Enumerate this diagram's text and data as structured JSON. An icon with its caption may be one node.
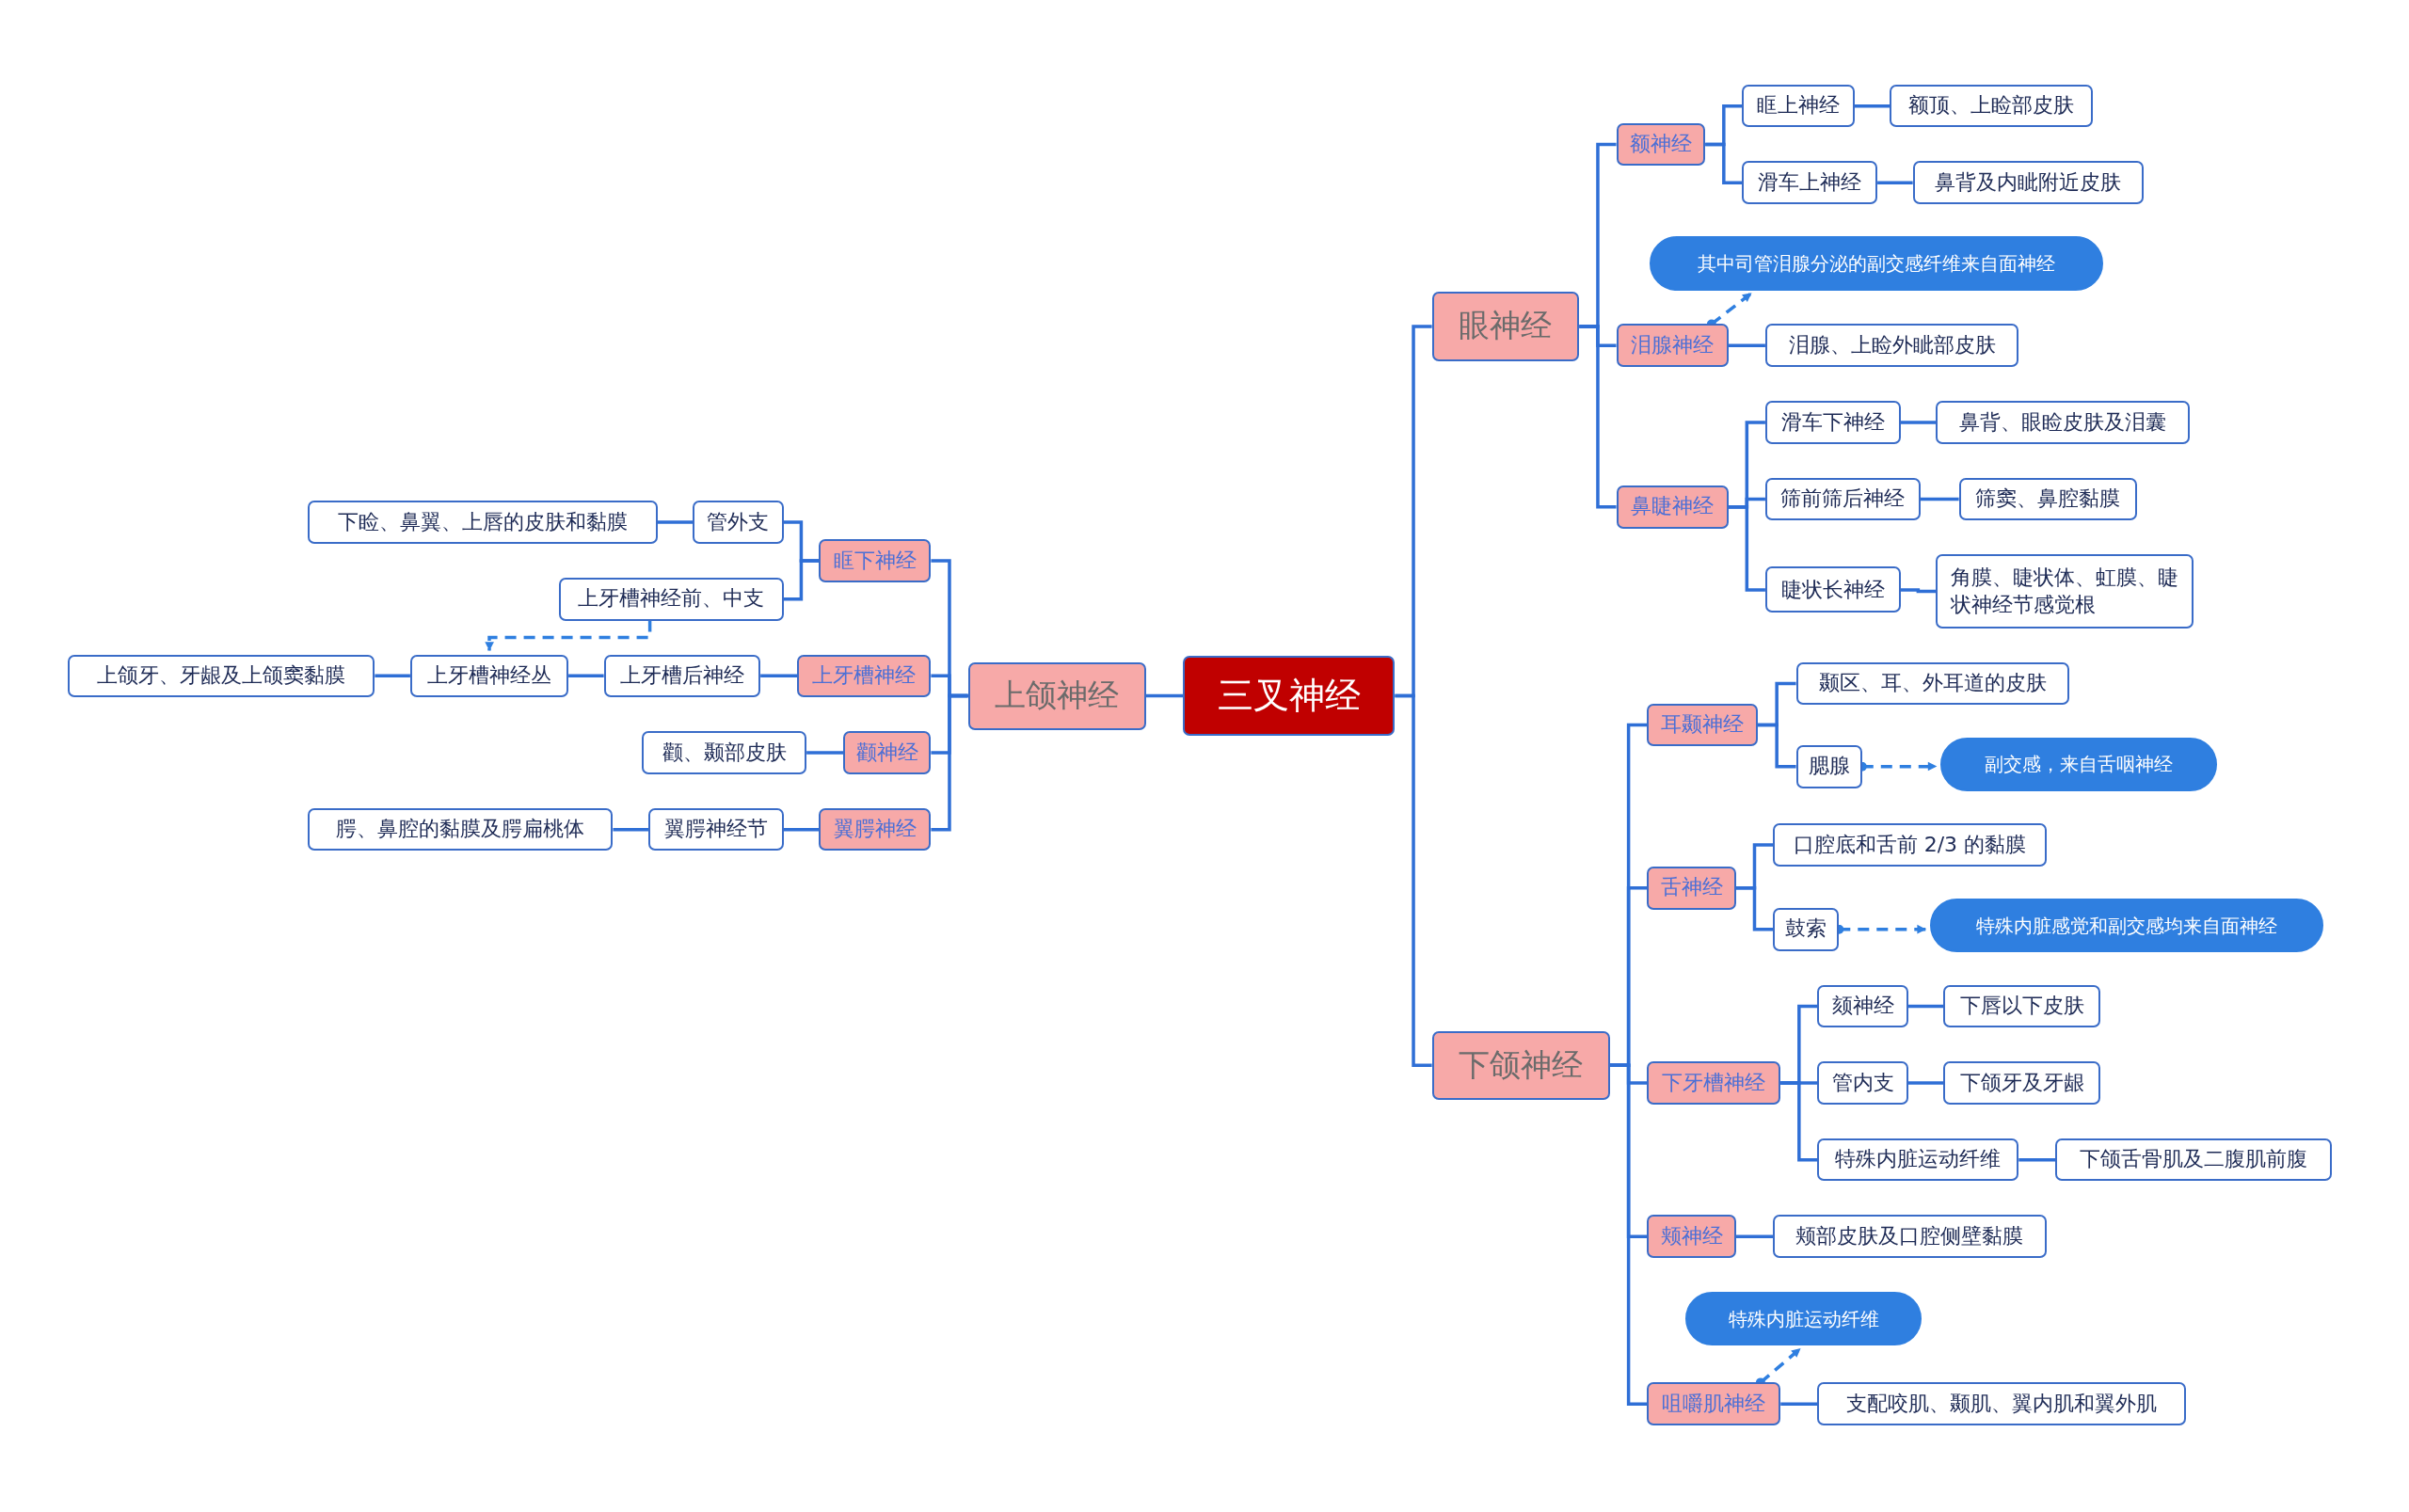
{
  "diagram": {
    "nodes": [
      {
        "text": [
          "三叉神经"
        ]
      },
      {
        "text": [
          "上颌神经"
        ]
      },
      {
        "text": [
          "眶下神经"
        ]
      },
      {
        "text": [
          "管外支"
        ]
      },
      {
        "text": [
          "下睑、鼻翼、上唇的皮肤和黏膜"
        ]
      },
      {
        "text": [
          "上牙槽神经前、中支"
        ]
      },
      {
        "text": [
          "上牙槽神经"
        ]
      },
      {
        "text": [
          "上牙槽后神经"
        ]
      },
      {
        "text": [
          "上牙槽神经丛"
        ]
      },
      {
        "text": [
          "上颌牙、牙龈及上颌窦黏膜"
        ]
      },
      {
        "text": [
          "颧神经"
        ]
      },
      {
        "text": [
          "颧、颞部皮肤"
        ]
      },
      {
        "text": [
          "翼腭神经"
        ]
      },
      {
        "text": [
          "翼腭神经节"
        ]
      },
      {
        "text": [
          "腭、鼻腔的黏膜及腭扁桃体"
        ]
      },
      {
        "text": [
          "眼神经"
        ]
      },
      {
        "text": [
          "额神经"
        ]
      },
      {
        "text": [
          "眶上神经"
        ]
      },
      {
        "text": [
          "额顶、上睑部皮肤"
        ]
      },
      {
        "text": [
          "滑车上神经"
        ]
      },
      {
        "text": [
          "鼻背及内眦附近皮肤"
        ]
      },
      {
        "text": [
          "其中司管泪腺分泌的副交感纤维来自面神经"
        ]
      },
      {
        "text": [
          "泪腺神经"
        ]
      },
      {
        "text": [
          "泪腺、上睑外眦部皮肤"
        ]
      },
      {
        "text": [
          "鼻睫神经"
        ]
      },
      {
        "text": [
          "滑车下神经"
        ]
      },
      {
        "text": [
          "鼻背、眼睑皮肤及泪囊"
        ]
      },
      {
        "text": [
          "筛前筛后神经"
        ]
      },
      {
        "text": [
          "筛窦、鼻腔黏膜"
        ]
      },
      {
        "text": [
          "睫状长神经"
        ]
      },
      {
        "text": [
          "角膜、睫状体、虹膜、睫状神经节感觉根"
        ]
      },
      {
        "text": [
          "下颌神经"
        ]
      },
      {
        "text": [
          "耳颞神经"
        ]
      },
      {
        "text": [
          "颞区、耳、外耳道的皮肤"
        ]
      },
      {
        "text": [
          "腮腺"
        ]
      },
      {
        "text": [
          "副交感，来自舌咽神经"
        ]
      },
      {
        "text": [
          "舌神经"
        ]
      },
      {
        "text": [
          "口腔底和舌前 2/3 的黏膜"
        ]
      },
      {
        "text": [
          "鼓索"
        ]
      },
      {
        "text": [
          "特殊内脏感觉和副交感均来自面神经"
        ]
      },
      {
        "text": [
          "下牙槽神经"
        ]
      },
      {
        "text": [
          "颏神经"
        ]
      },
      {
        "text": [
          "下唇以下皮肤"
        ]
      },
      {
        "text": [
          "管内支"
        ]
      },
      {
        "text": [
          "下颌牙及牙龈"
        ]
      },
      {
        "text": [
          "特殊内脏运动纤维"
        ]
      },
      {
        "text": [
          "下颌舌骨肌及二腹肌前腹"
        ]
      },
      {
        "text": [
          "颊神经"
        ]
      },
      {
        "text": [
          "颊部皮肤及口腔侧壁黏膜"
        ]
      },
      {
        "text": [
          "特殊内脏运动纤维"
        ]
      },
      {
        "text": [
          "咀嚼肌神经"
        ]
      },
      {
        "text": [
          "支配咬肌、颞肌、翼内肌和翼外肌"
        ]
      }
    ],
    "edges": [
      {
        "from": 0,
        "to": 1,
        "arrow": "none"
      },
      {
        "from": 1,
        "to": 2,
        "arrow": "none"
      },
      {
        "from": 2,
        "to": 3,
        "arrow": "none"
      },
      {
        "from": 3,
        "to": 4,
        "arrow": "none"
      },
      {
        "from": 2,
        "to": 5,
        "arrow": "none"
      },
      {
        "from": 5,
        "to": 8,
        "arrow": "to",
        "style": "dashed"
      },
      {
        "from": 1,
        "to": 6,
        "arrow": "none"
      },
      {
        "from": 6,
        "to": 7,
        "arrow": "none"
      },
      {
        "from": 7,
        "to": 8,
        "arrow": "none"
      },
      {
        "from": 8,
        "to": 9,
        "arrow": "none"
      },
      {
        "from": 1,
        "to": 10,
        "arrow": "none"
      },
      {
        "from": 10,
        "to": 11,
        "arrow": "none"
      },
      {
        "from": 1,
        "to": 12,
        "arrow": "none"
      },
      {
        "from": 12,
        "to": 13,
        "arrow": "none"
      },
      {
        "from": 13,
        "to": 14,
        "arrow": "none"
      },
      {
        "from": 0,
        "to": 15,
        "arrow": "none"
      },
      {
        "from": 15,
        "to": 16,
        "arrow": "none"
      },
      {
        "from": 16,
        "to": 17,
        "arrow": "none"
      },
      {
        "from": 17,
        "to": 18,
        "arrow": "none"
      },
      {
        "from": 16,
        "to": 19,
        "arrow": "none"
      },
      {
        "from": 19,
        "to": 20,
        "arrow": "none"
      },
      {
        "from": 15,
        "to": 22,
        "arrow": "none"
      },
      {
        "from": 22,
        "to": 21,
        "arrow": "to",
        "style": "dashed"
      },
      {
        "from": 22,
        "to": 23,
        "arrow": "none"
      },
      {
        "from": 15,
        "to": 24,
        "arrow": "none"
      },
      {
        "from": 24,
        "to": 25,
        "arrow": "none"
      },
      {
        "from": 25,
        "to": 26,
        "arrow": "none"
      },
      {
        "from": 24,
        "to": 27,
        "arrow": "none"
      },
      {
        "from": 27,
        "to": 28,
        "arrow": "none"
      },
      {
        "from": 24,
        "to": 29,
        "arrow": "none"
      },
      {
        "from": 29,
        "to": 30,
        "arrow": "none"
      },
      {
        "from": 0,
        "to": 31,
        "arrow": "none"
      },
      {
        "from": 31,
        "to": 32,
        "arrow": "none"
      },
      {
        "from": 32,
        "to": 33,
        "arrow": "none"
      },
      {
        "from": 32,
        "to": 34,
        "arrow": "none"
      },
      {
        "from": 34,
        "to": 35,
        "arrow": "to",
        "style": "dashed"
      },
      {
        "from": 31,
        "to": 36,
        "arrow": "none"
      },
      {
        "from": 36,
        "to": 37,
        "arrow": "none"
      },
      {
        "from": 36,
        "to": 38,
        "arrow": "none"
      },
      {
        "from": 38,
        "to": 39,
        "arrow": "to",
        "style": "dashed"
      },
      {
        "from": 31,
        "to": 40,
        "arrow": "none"
      },
      {
        "from": 40,
        "to": 41,
        "arrow": "none"
      },
      {
        "from": 41,
        "to": 42,
        "arrow": "none"
      },
      {
        "from": 40,
        "to": 43,
        "arrow": "none"
      },
      {
        "from": 43,
        "to": 44,
        "arrow": "none"
      },
      {
        "from": 40,
        "to": 45,
        "arrow": "none"
      },
      {
        "from": 45,
        "to": 46,
        "arrow": "none"
      },
      {
        "from": 31,
        "to": 47,
        "arrow": "none"
      },
      {
        "from": 47,
        "to": 48,
        "arrow": "none"
      },
      {
        "from": 50,
        "to": 49,
        "arrow": "to",
        "style": "dashed"
      },
      {
        "from": 31,
        "to": 50,
        "arrow": "none"
      },
      {
        "from": 50,
        "to": 51,
        "arrow": "none"
      }
    ]
  }
}
